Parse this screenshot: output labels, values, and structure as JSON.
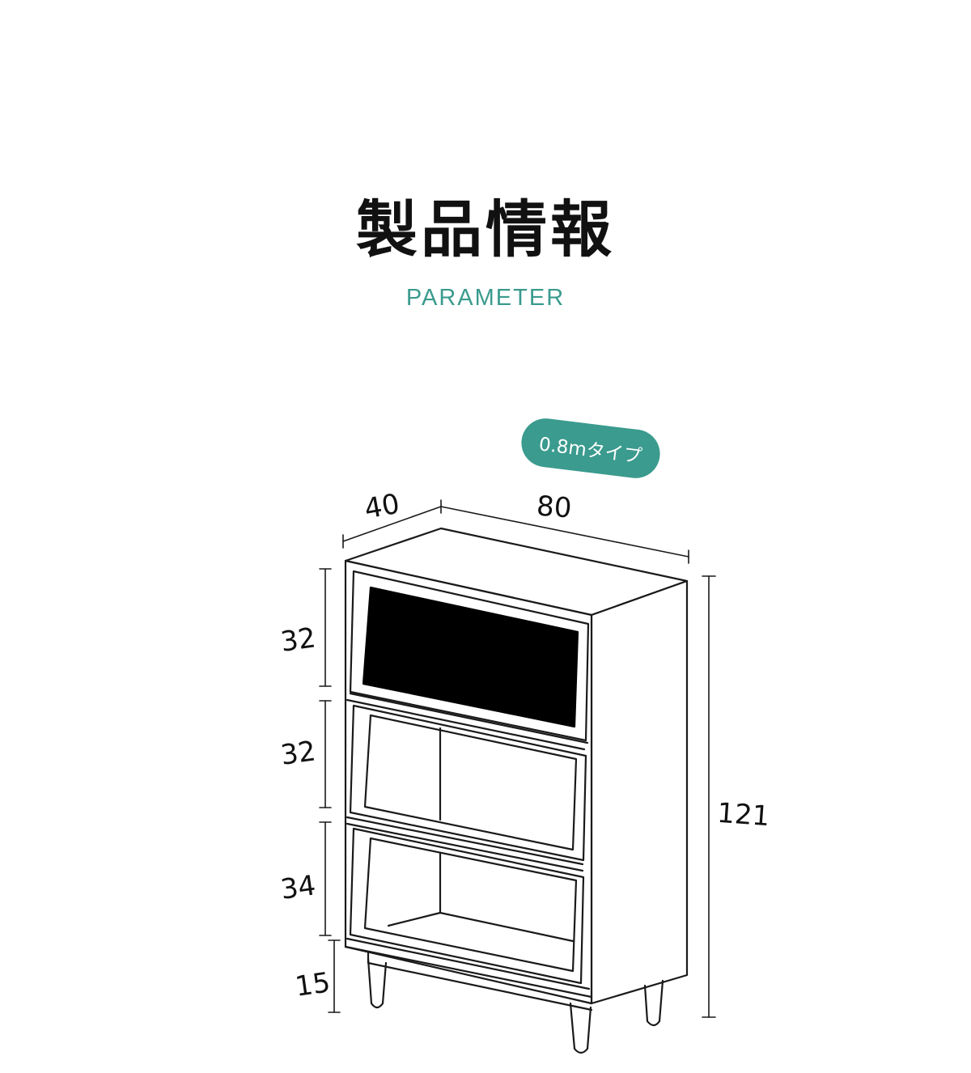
{
  "header": {
    "title": "製品情報",
    "subtitle": "PARAMETER"
  },
  "badge": {
    "label": "0.8mタイプ"
  },
  "dimensions": {
    "depth": "40",
    "width": "80",
    "total_height": "121",
    "section_top": "32",
    "section_middle": "32",
    "section_bottom": "34",
    "legs": "15"
  },
  "colors": {
    "accent": "#3a9b8e",
    "line": "#1a1a1a",
    "panel_dark": "#000000"
  }
}
